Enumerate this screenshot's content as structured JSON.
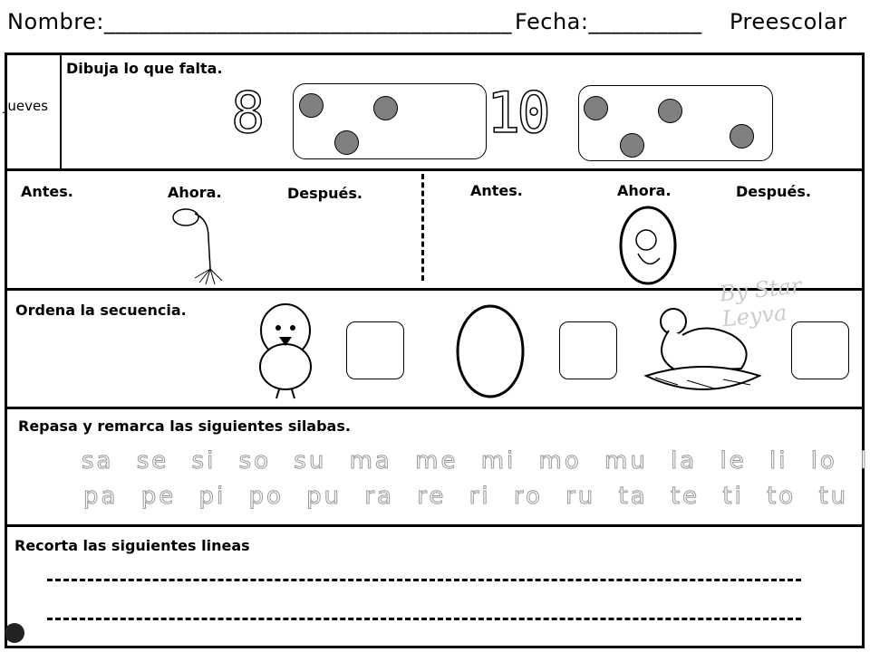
{
  "header": {
    "name_label": "Nombre:____________________________________",
    "date_label": "Fecha:__________",
    "level": "Preescolar"
  },
  "day": "Jueves",
  "section1": {
    "instruction": "Dibuja lo que falta.",
    "numbers": [
      "8",
      "10"
    ]
  },
  "section2": {
    "left": {
      "before": "Antes.",
      "now": "Ahora.",
      "after": "Después."
    },
    "right": {
      "before": "Antes.",
      "now": "Ahora.",
      "after": "Después."
    }
  },
  "section3": {
    "instruction": "Ordena la secuencia."
  },
  "section4": {
    "instruction": "Repasa y remarca las siguientes silabas.",
    "row1": "sa se si so su ma me mi mo mu la le li lo lu",
    "row2": "pa pe pi po pu ra re ri ro ru ta te ti to tu"
  },
  "section5": {
    "instruction": "Recorta las siguientes lineas"
  },
  "watermark": "By Star Leyva"
}
